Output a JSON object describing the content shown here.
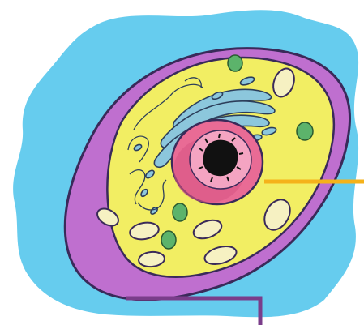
{
  "diagram": {
    "subject": "animal cell",
    "colors": {
      "background_blob": "#66ccee",
      "membrane": "#bf6fcf",
      "membrane_outline": "#3a2a5a",
      "cytoplasm": "#f2ee63",
      "nucleus_outer": "#e96b95",
      "nucleus_inner": "#f4a4c2",
      "nucleolus": "#111111",
      "er": "#8cc7dc",
      "mitochondria": "#f6f1c2",
      "green_organelles": "#5cb36b",
      "pointer_orange": "#f5b21a",
      "pointer_purple": "#7a3d8a"
    },
    "parts": [
      "cell-membrane",
      "cytoplasm",
      "nucleus",
      "nucleolus",
      "endoplasmic-reticulum",
      "mitochondria",
      "chloroplast-like-bodies"
    ]
  }
}
